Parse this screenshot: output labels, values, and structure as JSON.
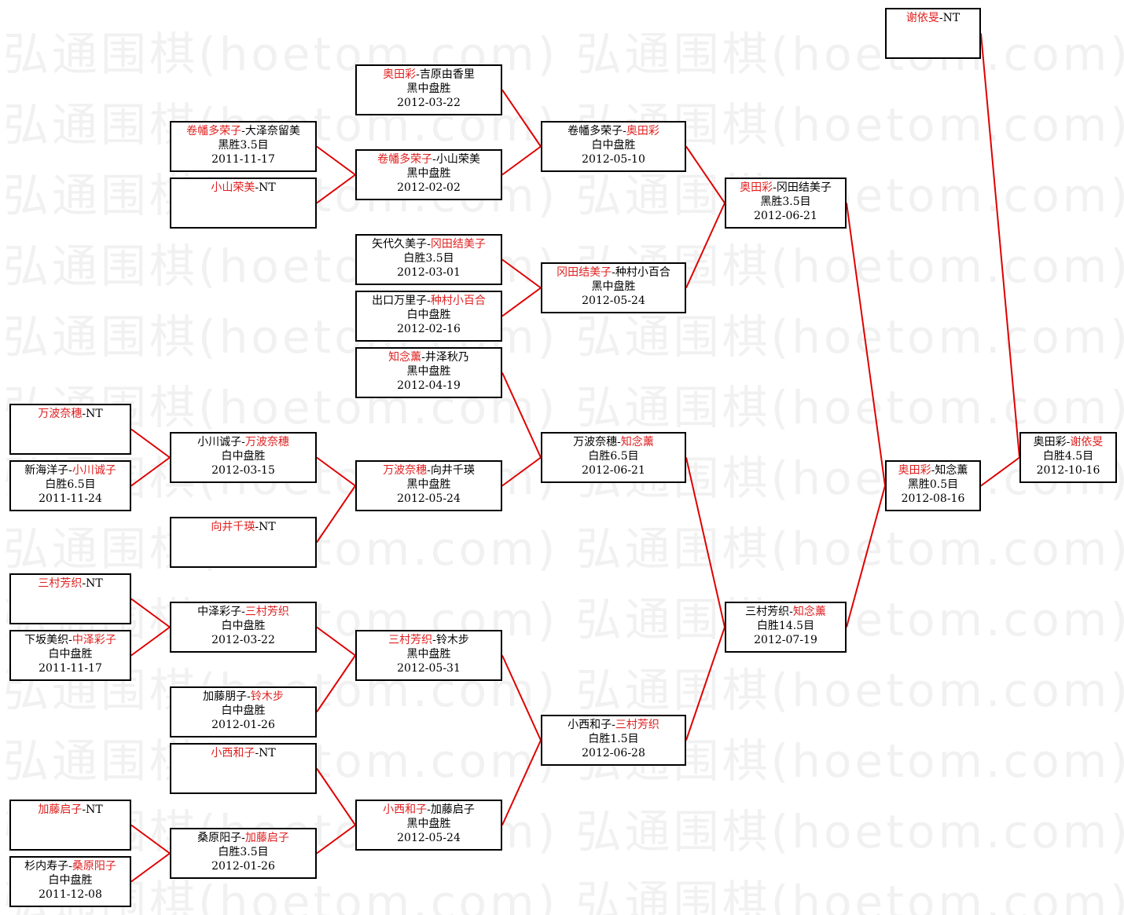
{
  "watermark": "弘通围棋(hoetom.com) 弘通围棋(hoetom.com) 弘通围棋",
  "colors": {
    "winner": "#e02020",
    "connector": "#e00000",
    "border": "#000000"
  },
  "matches": [
    {
      "id": "r1-a",
      "p1": "卷幡多荣子",
      "p2": "大泽奈留美",
      "winner": 1,
      "result": "黑胜3.5目",
      "date": "2011-11-17"
    },
    {
      "id": "bye-koyama",
      "p1": "小山荣美",
      "p2": "NT",
      "winner": 1,
      "result": "",
      "date": ""
    },
    {
      "id": "r1-b",
      "p1": "万波奈穗",
      "p2": "NT",
      "winner": 1,
      "result": "",
      "date": ""
    },
    {
      "id": "r1-c",
      "p1": "新海洋子",
      "p2": "小川诚子",
      "winner": 2,
      "result": "白胜6.5目",
      "date": "2011-11-24"
    },
    {
      "id": "r1-d",
      "p1": "三村芳织",
      "p2": "NT",
      "winner": 1,
      "result": "",
      "date": ""
    },
    {
      "id": "r1-e",
      "p1": "下坂美织",
      "p2": "中泽彩子",
      "winner": 2,
      "result": "白中盘胜",
      "date": "2011-11-17"
    },
    {
      "id": "r1-f",
      "p1": "加藤启子",
      "p2": "NT",
      "winner": 1,
      "result": "",
      "date": ""
    },
    {
      "id": "r1-g",
      "p1": "杉内寿子",
      "p2": "桑原阳子",
      "winner": 2,
      "result": "白中盘胜",
      "date": "2011-12-08"
    },
    {
      "id": "r2-a",
      "p1": "卷幡多荣子",
      "p2": "小山荣美",
      "winner": 1,
      "result": "黑中盘胜",
      "date": "2012-02-02"
    },
    {
      "id": "r2-b",
      "p1": "小川诚子",
      "p2": "万波奈穗",
      "winner": 2,
      "result": "白中盘胜",
      "date": "2012-03-15"
    },
    {
      "id": "bye-mukai",
      "p1": "向井千瑛",
      "p2": "NT",
      "winner": 1,
      "result": "",
      "date": ""
    },
    {
      "id": "r2-c",
      "p1": "中泽彩子",
      "p2": "三村芳织",
      "winner": 2,
      "result": "白中盘胜",
      "date": "2012-03-22"
    },
    {
      "id": "r2-d",
      "p1": "加藤朋子",
      "p2": "铃木步",
      "winner": 2,
      "result": "白中盘胜",
      "date": "2012-01-26"
    },
    {
      "id": "bye-konishi",
      "p1": "小西和子",
      "p2": "NT",
      "winner": 1,
      "result": "",
      "date": ""
    },
    {
      "id": "r2-e",
      "p1": "桑原阳子",
      "p2": "加藤启子",
      "winner": 2,
      "result": "白胜3.5目",
      "date": "2012-01-26"
    },
    {
      "id": "r3-a",
      "p1": "奥田彩",
      "p2": "吉原由香里",
      "winner": 1,
      "result": "黑中盘胜",
      "date": "2012-03-22"
    },
    {
      "id": "r3-b",
      "p1": "矢代久美子",
      "p2": "冈田结美子",
      "winner": 2,
      "result": "白胜3.5目",
      "date": "2012-03-01"
    },
    {
      "id": "r3-c",
      "p1": "出口万里子",
      "p2": "种村小百合",
      "winner": 2,
      "result": "白中盘胜",
      "date": "2012-02-16"
    },
    {
      "id": "r3-d",
      "p1": "知念薰",
      "p2": "井泽秋乃",
      "winner": 1,
      "result": "黑中盘胜",
      "date": "2012-04-19"
    },
    {
      "id": "r3-e",
      "p1": "万波奈穗",
      "p2": "向井千瑛",
      "winner": 1,
      "result": "黑中盘胜",
      "date": "2012-05-24"
    },
    {
      "id": "r3-f",
      "p1": "三村芳织",
      "p2": "铃木步",
      "winner": 1,
      "result": "黑中盘胜",
      "date": "2012-05-31"
    },
    {
      "id": "r3-g",
      "p1": "小西和子",
      "p2": "加藤启子",
      "winner": 1,
      "result": "黑中盘胜",
      "date": "2012-05-24"
    },
    {
      "id": "r4-a",
      "p1": "卷幡多荣子",
      "p2": "奥田彩",
      "winner": 2,
      "result": "白中盘胜",
      "date": "2012-05-10"
    },
    {
      "id": "r4-b",
      "p1": "冈田结美子",
      "p2": "种村小百合",
      "winner": 1,
      "result": "黑中盘胜",
      "date": "2012-05-24"
    },
    {
      "id": "r4-c",
      "p1": "万波奈穗",
      "p2": "知念薰",
      "winner": 2,
      "result": "白胜6.5目",
      "date": "2012-06-21"
    },
    {
      "id": "r4-d",
      "p1": "小西和子",
      "p2": "三村芳织",
      "winner": 2,
      "result": "白胜1.5目",
      "date": "2012-06-28"
    },
    {
      "id": "r5-a",
      "p1": "奥田彩",
      "p2": "冈田结美子",
      "winner": 1,
      "result": "黑胜3.5目",
      "date": "2012-06-21"
    },
    {
      "id": "r5-b",
      "p1": "三村芳织",
      "p2": "知念薰",
      "winner": 2,
      "result": "白胜14.5目",
      "date": "2012-07-19"
    },
    {
      "id": "r6",
      "p1": "奥田彩",
      "p2": "知念薰",
      "winner": 1,
      "result": "黑胜0.5目",
      "date": "2012-08-16"
    },
    {
      "id": "seed",
      "p1": "谢依旻",
      "p2": "NT",
      "winner": 1,
      "result": "",
      "date": ""
    },
    {
      "id": "final",
      "p1": "奥田彩",
      "p2": "谢依旻",
      "winner": 2,
      "result": "白胜4.5目",
      "date": "2012-10-16"
    }
  ]
}
